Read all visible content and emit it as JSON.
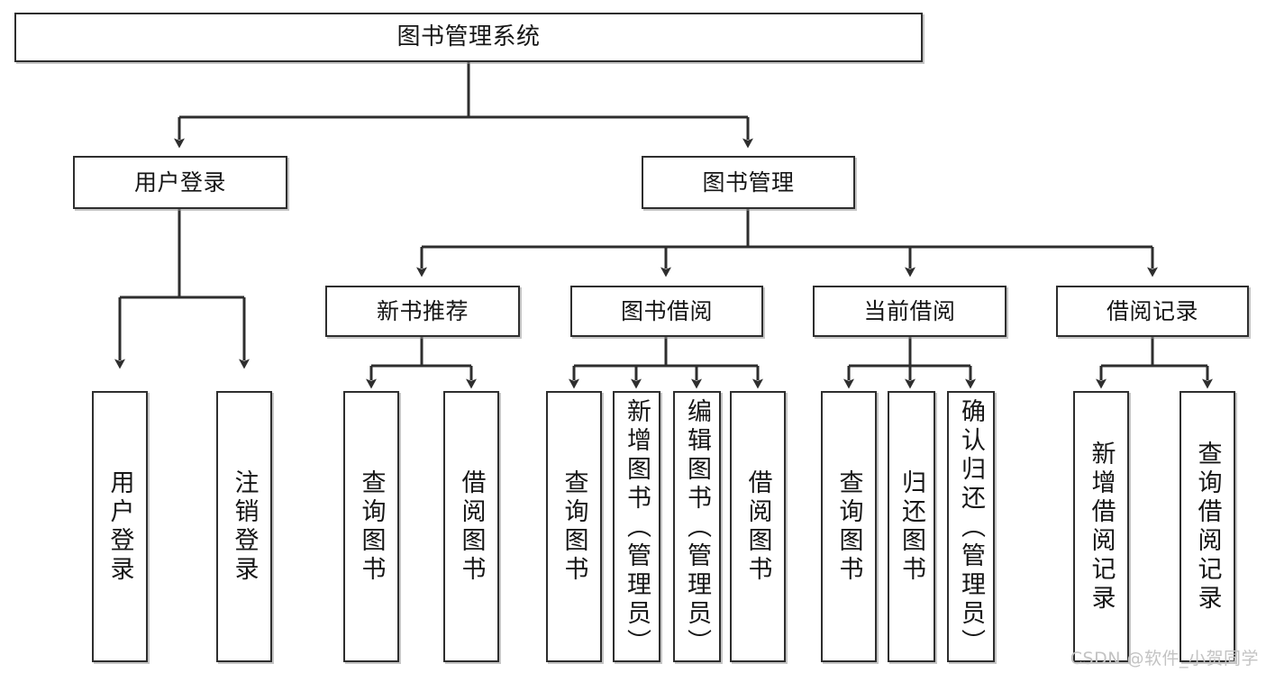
{
  "diagram": {
    "title": "图书管理系统",
    "type": "tree",
    "watermark": "CSDN @软件_小贺同学",
    "colors": {
      "box_border": "#2e2e2e",
      "box_fill": "#ffffff",
      "connector": "#2e2e2e",
      "text": "#161616",
      "watermark": "#c3c3c3",
      "background": "#ffffff"
    },
    "nodes": {
      "root": {
        "label": "图书管理系统"
      },
      "level2": [
        {
          "label": "用户登录"
        },
        {
          "label": "图书管理"
        }
      ],
      "level3": [
        {
          "label": "新书推荐"
        },
        {
          "label": "图书借阅"
        },
        {
          "label": "当前借阅"
        },
        {
          "label": "借阅记录"
        }
      ],
      "leaves": {
        "user_login": [
          {
            "label": "用户登录"
          },
          {
            "label": "注销登录"
          }
        ],
        "new_book_recommend": [
          {
            "label": "查询图书"
          },
          {
            "label": "借阅图书"
          }
        ],
        "book_borrow": [
          {
            "label": "查询图书"
          },
          {
            "label": "新增图书（管理员）"
          },
          {
            "label": "编辑图书（管理员）"
          },
          {
            "label": "借阅图书"
          }
        ],
        "current_borrow": [
          {
            "label": "查询图书"
          },
          {
            "label": "归还图书"
          },
          {
            "label": "确认归还（管理员）"
          }
        ],
        "borrow_record": [
          {
            "label": "新增借阅记录"
          },
          {
            "label": "查询借阅记录"
          }
        ]
      }
    }
  }
}
